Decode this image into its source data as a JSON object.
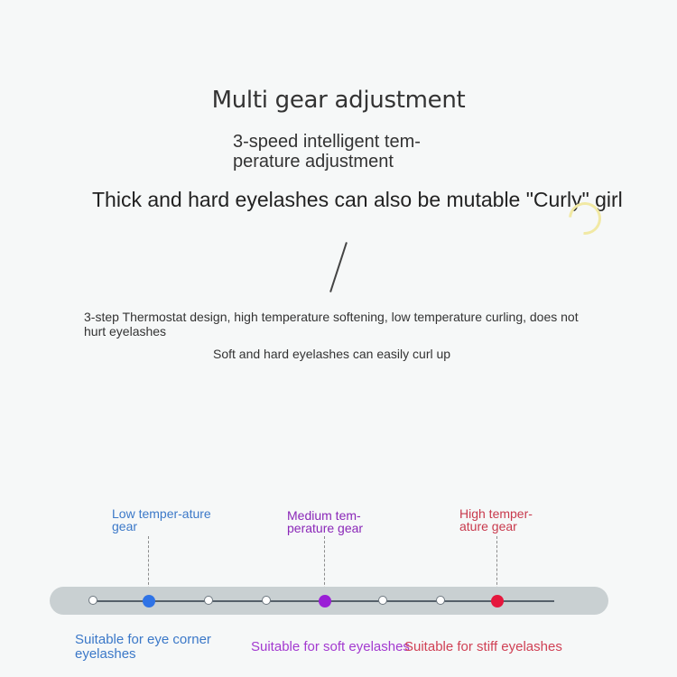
{
  "title": "Multi gear adjustment",
  "subtitle": "3-speed intelligent tem-perature adjustment",
  "headline": "Thick and hard eyelashes can also be mutable \"Curly\" girl",
  "slash": "/",
  "description_1": "3-step Thermostat design, high temperature softening, low temperature curling, does not hurt eyelashes",
  "description_2": "Soft and hard eyelashes can easily curl up",
  "gears": [
    {
      "label": "Low temper-ature gear",
      "suitable": "Suitable for eye corner eyelashes",
      "color": "#3b78c8"
    },
    {
      "label": "Medium tem-perature gear",
      "suitable": "Suitable for soft eyelashes",
      "color": "#8a27b8"
    },
    {
      "label": "High temper-ature gear",
      "suitable": "Suitable for stiff eyelashes",
      "color": "#e0173f"
    }
  ],
  "colors": {
    "low": "#2f73e6",
    "medium": "#9a1fd6",
    "high": "#e5173d",
    "track": "#c9d0d2"
  }
}
